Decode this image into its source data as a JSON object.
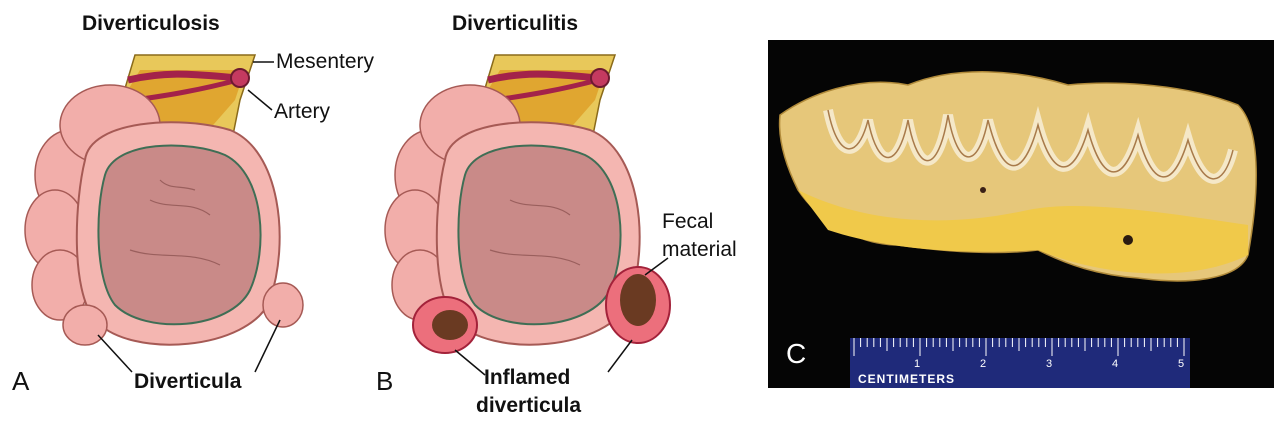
{
  "panel_a": {
    "title": "Diverticulosis",
    "letter": "A",
    "labels": {
      "mesentery": "Mesentery",
      "artery": "Artery",
      "diverticula": "Diverticula"
    }
  },
  "panel_b": {
    "title": "Diverticulitis",
    "letter": "B",
    "labels": {
      "fecal_line1": "Fecal",
      "fecal_line2": "material",
      "inflamed_line1": "Inflamed",
      "inflamed_line2": "diverticula"
    }
  },
  "panel_c": {
    "letter": "C",
    "ruler_caption": "CENTIMETERS",
    "ruler_numbers": [
      "1",
      "2",
      "3",
      "4",
      "5"
    ]
  }
}
